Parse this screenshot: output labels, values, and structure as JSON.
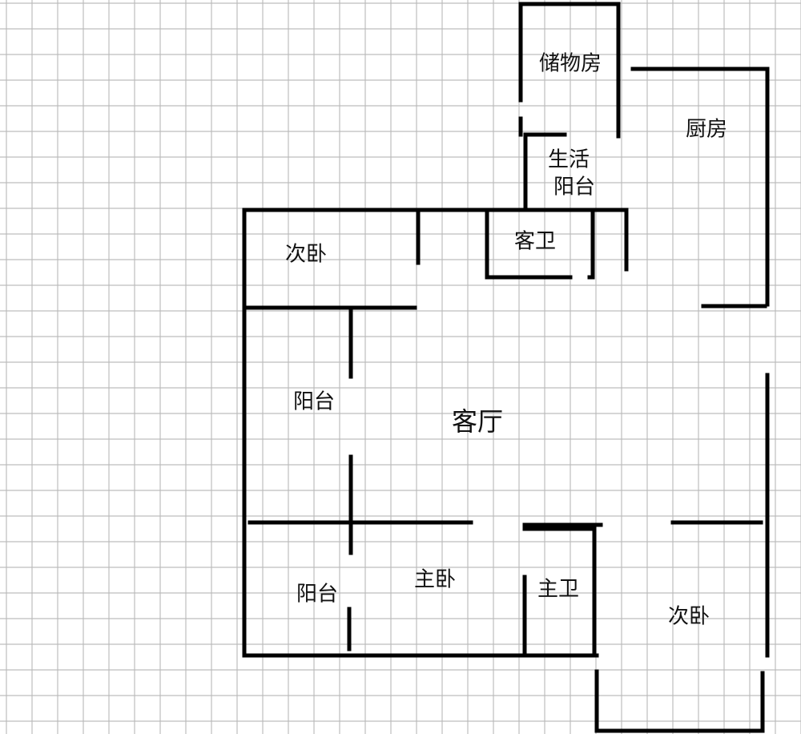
{
  "rooms": {
    "storage": "储物房",
    "kitchen": "厨房",
    "utility_balcony_line1": "生活",
    "utility_balcony_line2": "阳台",
    "guest_bath": "客卫",
    "second_bedroom_top": "次卧",
    "living_room": "客厅",
    "balcony_middle": "阳台",
    "balcony_bottom": "阳台",
    "master_bedroom": "主卧",
    "master_bath": "主卫",
    "second_bedroom_bottom": "次卧"
  },
  "colors": {
    "background": "#ffffff",
    "grid": "#bdbdbd",
    "wall": "#000000"
  }
}
